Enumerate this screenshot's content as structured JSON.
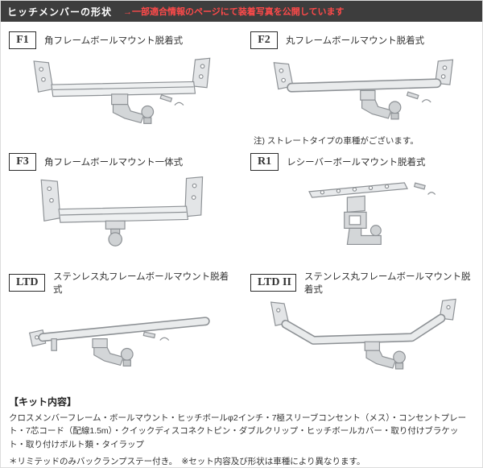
{
  "colors": {
    "header_bg": "#3d3d3d",
    "header_text": "#ffffff",
    "accent_red": "#ff4a4a",
    "drawing_line": "#8d9195"
  },
  "header": {
    "title": "ヒッチメンバーの形状",
    "note": "→一部適合情報のページにて装着写真を公開しています"
  },
  "items": [
    {
      "code": "F1",
      "label": "角フレームボールマウント脱着式",
      "note": ""
    },
    {
      "code": "F2",
      "label": "丸フレームボールマウント脱着式",
      "note": "注) ストレートタイプの車種がございます。"
    },
    {
      "code": "F3",
      "label": "角フレームボールマウント一体式",
      "note": ""
    },
    {
      "code": "R1",
      "label": "レシーバーボールマウント脱着式",
      "note": ""
    },
    {
      "code": "LTD",
      "label": "ステンレス丸フレームボールマウント脱着式",
      "note": ""
    },
    {
      "code": "LTD II",
      "label": "ステンレス丸フレームボールマウント脱着式",
      "note": ""
    }
  ],
  "kit": {
    "heading": "【キット内容】",
    "body": "クロスメンバーフレーム・ボールマウント・ヒッチボールφ2インチ・7極スリーブコンセント（メス）・コンセントプレート・7芯コード（配線1.5m）・クイックディスコネクトピン・ダブルクリップ・ヒッチボールカバー・取り付けブラケット・取り付けボルト類・タイラップ",
    "footnote": "＊リミテッドのみバックランプステー付き。　※セット内容及び形状は車種により異なります。"
  }
}
